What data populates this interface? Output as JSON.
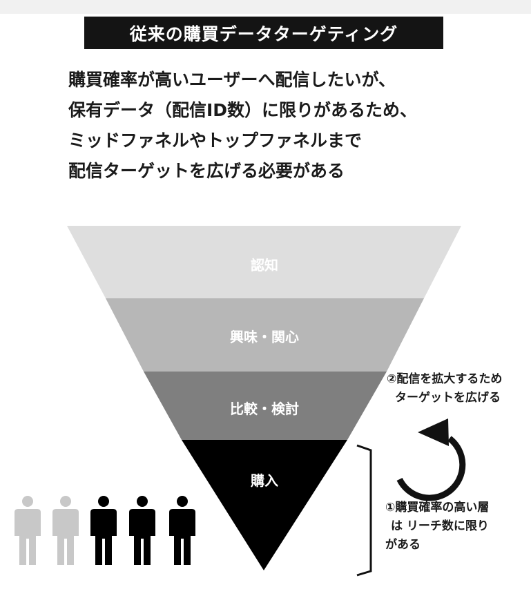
{
  "title": "従来の購買データターゲティング",
  "lead_lines": [
    "購買確率が高いユーザーへ配信したいが、",
    "保有データ（配信ID数）に限りがあるため、",
    "ミッドファネルやトップファネルまで",
    "配信ターゲットを広げる必要がある"
  ],
  "funnel": {
    "stages": [
      {
        "label": "認知",
        "color": "#dedede"
      },
      {
        "label": "興味・関心",
        "color": "#b7b7b7"
      },
      {
        "label": "比較・検討",
        "color": "#7f7f7f"
      },
      {
        "label": "購入",
        "color": "#000000"
      }
    ]
  },
  "notes": {
    "expand_line1": "②配信を拡大するため",
    "expand_line2": "ターゲットを広げる",
    "limit_line1": "①購買確率の高い層",
    "limit_line2": "は リーチ数に限り",
    "limit_line3": "がある"
  },
  "people": [
    {
      "color": "#c8c8c8"
    },
    {
      "color": "#c8c8c8"
    },
    {
      "color": "#000000"
    },
    {
      "color": "#000000"
    },
    {
      "color": "#000000"
    }
  ]
}
